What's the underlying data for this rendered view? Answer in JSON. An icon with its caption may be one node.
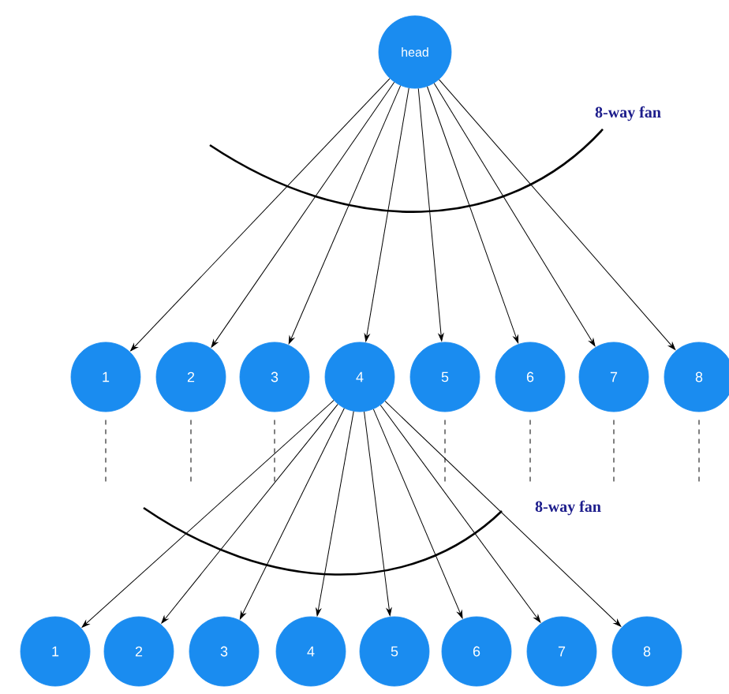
{
  "diagram": {
    "nodes": [
      {
        "text": [
          "head"
        ]
      },
      {
        "text": [
          "1"
        ]
      },
      {
        "text": [
          "2"
        ]
      },
      {
        "text": [
          "3"
        ]
      },
      {
        "text": [
          "4"
        ]
      },
      {
        "text": [
          "5"
        ]
      },
      {
        "text": [
          "6"
        ]
      },
      {
        "text": [
          "7"
        ]
      },
      {
        "text": [
          "8"
        ]
      },
      {
        "text": [
          "1"
        ]
      },
      {
        "text": [
          "2"
        ]
      },
      {
        "text": [
          "3"
        ]
      },
      {
        "text": [
          "4"
        ]
      },
      {
        "text": [
          "5"
        ]
      },
      {
        "text": [
          "6"
        ]
      },
      {
        "text": [
          "7"
        ]
      },
      {
        "text": [
          "8"
        ]
      }
    ],
    "edges": [
      {
        "from": 0,
        "to": 1,
        "arrow": "to"
      },
      {
        "from": 0,
        "to": 2,
        "arrow": "to"
      },
      {
        "from": 0,
        "to": 3,
        "arrow": "to"
      },
      {
        "from": 0,
        "to": 4,
        "arrow": "to"
      },
      {
        "from": 0,
        "to": 5,
        "arrow": "to"
      },
      {
        "from": 0,
        "to": 6,
        "arrow": "to"
      },
      {
        "from": 0,
        "to": 7,
        "arrow": "to"
      },
      {
        "from": 0,
        "to": 8,
        "arrow": "to"
      },
      {
        "from": 4,
        "to": 9,
        "arrow": "to"
      },
      {
        "from": 4,
        "to": 10,
        "arrow": "to"
      },
      {
        "from": 4,
        "to": 11,
        "arrow": "to"
      },
      {
        "from": 4,
        "to": 12,
        "arrow": "to"
      },
      {
        "from": 4,
        "to": 13,
        "arrow": "to"
      },
      {
        "from": 4,
        "to": 14,
        "arrow": "to"
      },
      {
        "from": 4,
        "to": 15,
        "arrow": "to"
      },
      {
        "from": 4,
        "to": 16,
        "arrow": "to"
      },
      {
        "from": 1,
        "to": null,
        "arrow": "none",
        "style": "dashed"
      },
      {
        "from": 2,
        "to": null,
        "arrow": "none",
        "style": "dashed"
      },
      {
        "from": 3,
        "to": null,
        "arrow": "none",
        "style": "dashed"
      },
      {
        "from": 5,
        "to": null,
        "arrow": "none",
        "style": "dashed"
      },
      {
        "from": 6,
        "to": null,
        "arrow": "none",
        "style": "dashed"
      },
      {
        "from": 7,
        "to": null,
        "arrow": "none",
        "style": "dashed"
      },
      {
        "from": 8,
        "to": null,
        "arrow": "none",
        "style": "dashed"
      }
    ],
    "labels": [
      "8-way fan",
      "8-way fan"
    ]
  }
}
